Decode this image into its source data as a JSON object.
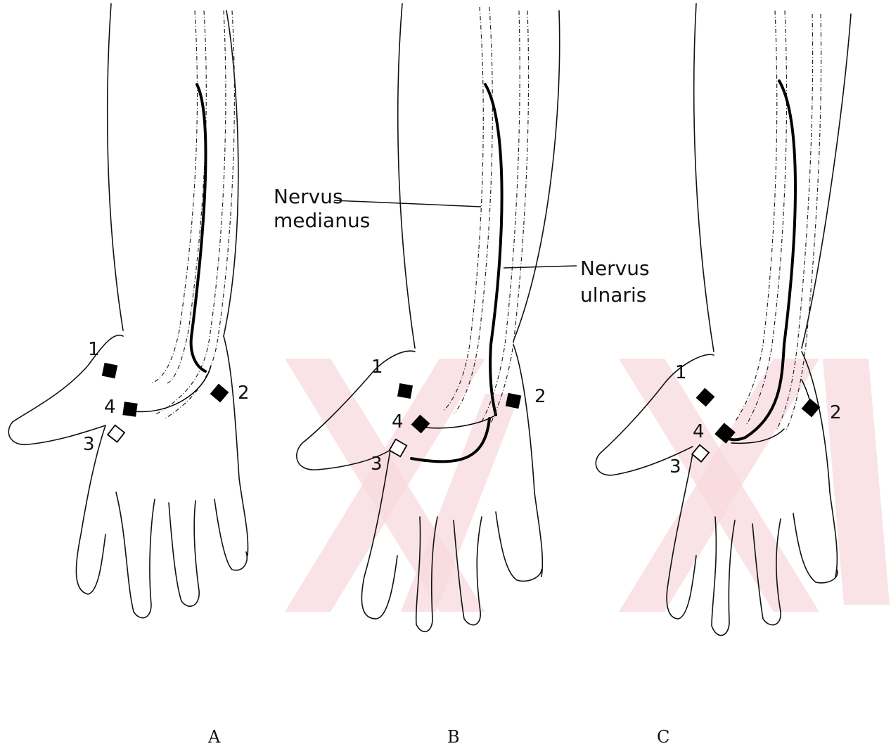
{
  "annotations": {
    "median": [
      "Nervus",
      "medianus"
    ],
    "ulnar": [
      "Nervus",
      "ulnaris"
    ]
  },
  "panels": [
    {
      "letter": "A",
      "electrodes": [
        {
          "label": "1",
          "type": "filled"
        },
        {
          "label": "2",
          "type": "filled"
        },
        {
          "label": "3",
          "type": "open"
        },
        {
          "label": "4",
          "type": "filled"
        }
      ]
    },
    {
      "letter": "B",
      "electrodes": [
        {
          "label": "1",
          "type": "filled"
        },
        {
          "label": "2",
          "type": "filled"
        },
        {
          "label": "3",
          "type": "open"
        },
        {
          "label": "4",
          "type": "filled"
        }
      ]
    },
    {
      "letter": "C",
      "electrodes": [
        {
          "label": "1",
          "type": "filled"
        },
        {
          "label": "2",
          "type": "filled"
        },
        {
          "label": "3",
          "type": "open"
        },
        {
          "label": "4",
          "type": "filled"
        }
      ]
    }
  ],
  "colors": {
    "line": "#111111",
    "watermark": "#f7d9de"
  }
}
